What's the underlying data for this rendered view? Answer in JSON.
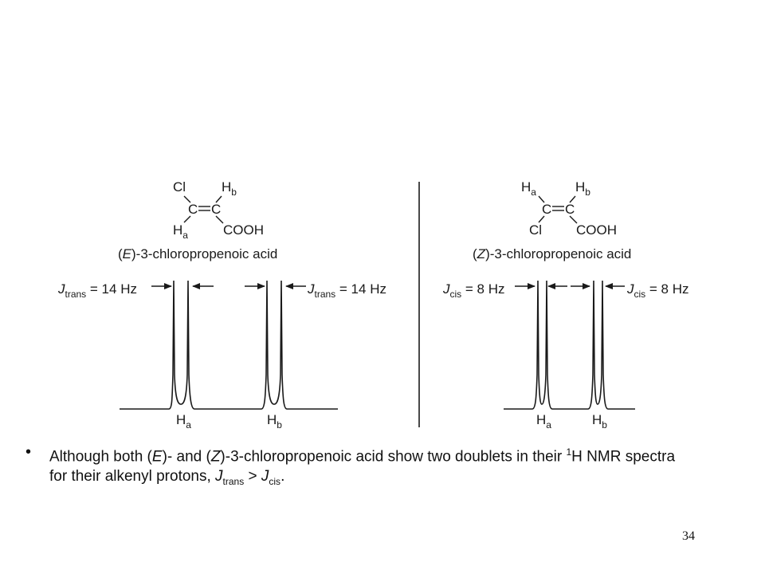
{
  "left": {
    "substituent_top_left": "Cl",
    "substituent_top_right": "H",
    "substituent_top_right_sub": "b",
    "carbon1": "C",
    "carbon2": "C",
    "substituent_bottom_left": "H",
    "substituent_bottom_left_sub": "a",
    "substituent_bottom_right": "COOH",
    "name_open": "(",
    "name_stereo": "E",
    "name_rest": ")-3-chloropropenoic acid",
    "j_left_label": "J",
    "j_left_sub": "trans",
    "j_left_value": " = 14 Hz",
    "j_right_label": "J",
    "j_right_sub": "trans",
    "j_right_value": " = 14 Hz",
    "peak1_label": "H",
    "peak1_sub": "a",
    "peak2_label": "H",
    "peak2_sub": "b"
  },
  "right": {
    "substituent_top_left": "H",
    "substituent_top_left_sub": "a",
    "substituent_top_right": "H",
    "substituent_top_right_sub": "b",
    "carbon1": "C",
    "carbon2": "C",
    "substituent_bottom_left": "Cl",
    "substituent_bottom_right": "COOH",
    "name_open": "(",
    "name_stereo": "Z",
    "name_rest": ")-3-chloropropenoic acid",
    "j_left_label": "J",
    "j_left_sub": "cis",
    "j_left_value": " = 8 Hz",
    "j_right_label": "J",
    "j_right_sub": "cis",
    "j_right_value": " = 8 Hz",
    "peak1_label": "H",
    "peak1_sub": "a",
    "peak2_label": "H",
    "peak2_sub": "b"
  },
  "bullet": {
    "dot": "•",
    "line1_a": "Although both (",
    "line1_e": "E",
    "line1_b": ")- and (",
    "line1_z": "Z",
    "line1_c": ")-3-chloropropenoic acid show two doublets in their ",
    "line1_sup": "1",
    "line1_d": "H NMR spectra",
    "line2_a": "for their alkenyl protons, ",
    "line2_j1": "J",
    "line2_j1_sub": "trans",
    "line2_gt": " > ",
    "line2_j2": "J",
    "line2_j2_sub": "cis",
    "line2_end": "."
  },
  "page_number": "34",
  "colors": {
    "ink": "#1a1a1a",
    "background": "#ffffff"
  }
}
